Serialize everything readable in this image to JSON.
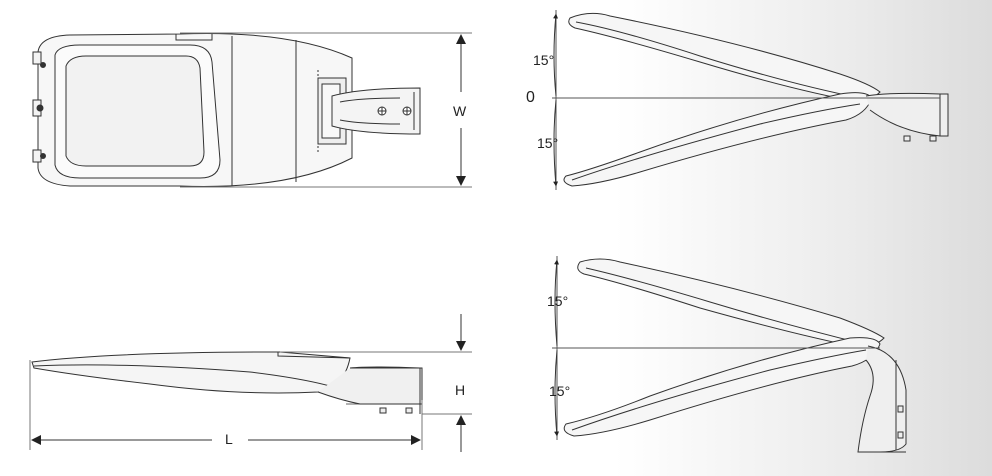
{
  "labels": {
    "width": "W",
    "length": "L",
    "height": "H",
    "zero": "0",
    "angle_top_upper": "15°",
    "angle_top_lower": "15°",
    "angle_bottom_upper": "15°",
    "angle_bottom_lower": "15°"
  },
  "colors": {
    "line": "#333333",
    "light_line": "#777777",
    "fill": "#f7f7f7",
    "fill_dark": "#ececec"
  }
}
